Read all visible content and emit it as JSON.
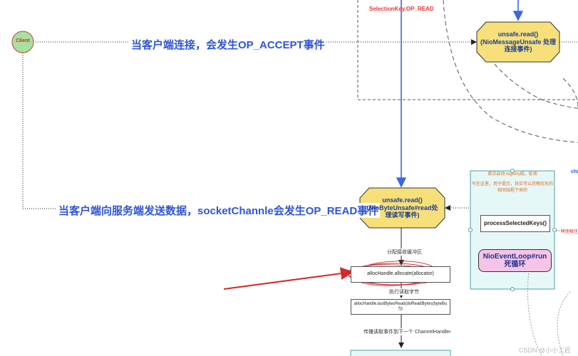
{
  "diagram": {
    "client_label": "Client",
    "top_edge_label": "SelectionKey.OP_READ",
    "accept_text": "当客户端连接，会发生OP_ACCEPT事件",
    "read_text": "当客户端向服务端发送数据，socketChannle会发生OP_READ事件",
    "unsafe_accept": {
      "line1": "unsafe.read()",
      "line2": "(NioMessageUnsafe 处理",
      "line3": "连接事件)"
    },
    "unsafe_read": {
      "line1": "unsafe.read()",
      "line2": "(NioByteUnsafe#read处",
      "line3": "理读写事件)"
    },
    "alloc_buffer_label": "分配接收缓冲区",
    "alloc_allocate": "allocHandle.allocate(allocator)",
    "read_bytes_label": "执行读取字节",
    "alloc_last_bytes_line1": "allocHandle.lastBytesRead(doReadBytes(byteBu",
    "alloc_last_bytes_line2": "f))",
    "propagate_label": "传播读取事件到下一个 ChannelHandler",
    "event_loop_note_line1": "首次启动 registry线，轮询",
    "event_loop_note_line2": "写在这里，用于提示，其实可以忽略优先的",
    "event_loop_note_line3": "相邻线程下来的",
    "process_selected_keys": "processSelectedKeys()",
    "event_loop_run_line1": "NioEventLoop#run",
    "event_loop_run_line2": "死循环",
    "right_side_label": "将连接注",
    "right_top_label": "chi",
    "watermark": "CSDN @小小工匠"
  },
  "colors": {
    "client_fill": "#a8e0a0",
    "client_stroke": "#c04040",
    "octagon_fill": "#f7e07a",
    "blue_arrow": "#3a66e8",
    "teal_panel": "#e6f7f7",
    "pink_node": "#f6c4e6",
    "red_annotation": "#d42a2a",
    "accent_text": "#2f55d4"
  }
}
